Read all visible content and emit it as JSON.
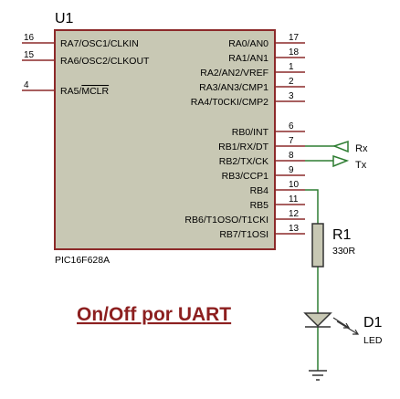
{
  "chip": {
    "ref": "U1",
    "part": "PIC16F628A",
    "left_pins": [
      {
        "num": "16",
        "name": "RA7/OSC1/CLKIN"
      },
      {
        "num": "15",
        "name": "RA6/OSC2/CLKOUT"
      },
      {
        "num": "4",
        "name": "RA5/MCLR"
      }
    ],
    "right_pins": [
      {
        "num": "17",
        "name": "RA0/AN0"
      },
      {
        "num": "18",
        "name": "RA1/AN1"
      },
      {
        "num": "1",
        "name": "RA2/AN2/VREF"
      },
      {
        "num": "2",
        "name": "RA3/AN3/CMP1"
      },
      {
        "num": "3",
        "name": "RA4/T0CKI/CMP2"
      },
      {
        "num": "6",
        "name": "RB0/INT"
      },
      {
        "num": "7",
        "name": "RB1/RX/DT"
      },
      {
        "num": "8",
        "name": "RB2/TX/CK"
      },
      {
        "num": "9",
        "name": "RB3/CCP1"
      },
      {
        "num": "10",
        "name": "RB4"
      },
      {
        "num": "11",
        "name": "RB5"
      },
      {
        "num": "12",
        "name": "RB6/T1OSO/T1CKI"
      },
      {
        "num": "13",
        "name": "RB7/T1OSI"
      }
    ]
  },
  "terminals": {
    "rx": "Rx",
    "tx": "Tx"
  },
  "resistor": {
    "ref": "R1",
    "value": "330R"
  },
  "led": {
    "ref": "D1",
    "type": "LED"
  },
  "caption": "On/Off por UART",
  "colors": {
    "chip_fill": "#c8c8b4",
    "chip_border": "#8c2a2a",
    "pin_line": "#8c2a2a",
    "wire": "#2e7d32",
    "caption": "#8c1f1f",
    "component": "#333333"
  }
}
